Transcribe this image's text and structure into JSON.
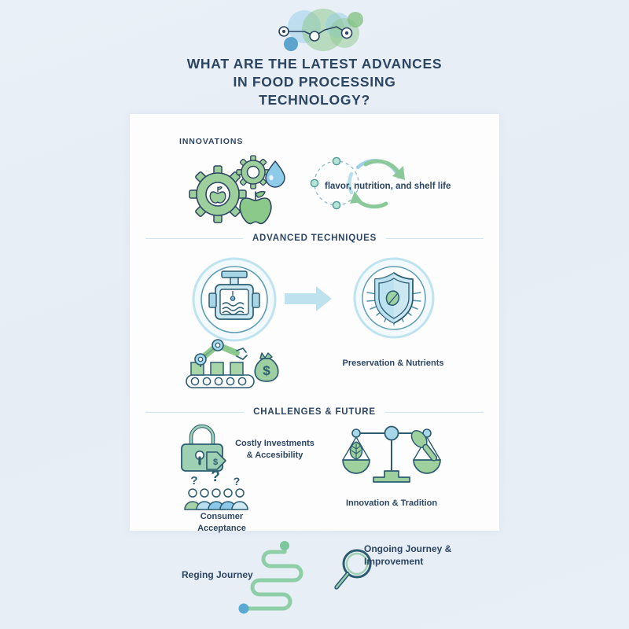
{
  "meta": {
    "accent_dark": "#2c4562",
    "accent_blue": "#4a9bc9",
    "accent_green": "#7cbf8a",
    "accent_light_blue": "#bfe3f0",
    "background": "#e7eef6",
    "card_background": "#fdfdfd"
  },
  "header": {
    "decoration_icon": "network-path-icon",
    "title_lines": [
      "WHAT ARE THE LATEST ADVANCES",
      "IN FOOD PROCESSING",
      "TECHNOLOGY?"
    ]
  },
  "card": {
    "innovations": {
      "label": "INNOVATIONS",
      "gear_icon": "gear-with-apple-icon",
      "small_gear_icon": "small-gear-icon",
      "droplet_icon": "water-droplet-icon",
      "apple_icon": "apple-icon",
      "cycle_icon": "recycle-arrows-icon",
      "dotted_circle_icon": "dotted-circle-nodes-icon",
      "text": "flavor, nutrition, and shelf life"
    },
    "advanced_techniques": {
      "label": "ADVANCED TECHNIQUES",
      "left_icon": "high-pressure-processing-vessel-icon",
      "arrow_icon": "right-arrow-icon",
      "right_icon": "shield-with-leaf-icon",
      "robot_icon": "robotic-arm-conveyor-icon",
      "money_icon": "money-bag-icon",
      "caption": "Preservation & Nutrients"
    },
    "challenges_future": {
      "label": "CHALLENGES & FUTURE",
      "lock_icon": "padlock-icon",
      "price_tag_icon": "dollar-price-tag-icon",
      "cost_text_line1": "Costly Investments",
      "cost_text_line2": "& Accesibility",
      "people_icon": "people-with-question-marks-icon",
      "consumer_line1": "Consumer",
      "consumer_line2": "Acceptance",
      "scale_icon": "balance-scale-leaf-spoon-icon",
      "scale_caption": "Innovation & Tradition"
    }
  },
  "footer": {
    "left_label": "Reging Journey",
    "path_icon": "winding-path-icon",
    "magnifier_icon": "magnifying-glass-icon",
    "right_label_line1": "Ongoing Journey &",
    "right_label_line2": "Improvement"
  }
}
